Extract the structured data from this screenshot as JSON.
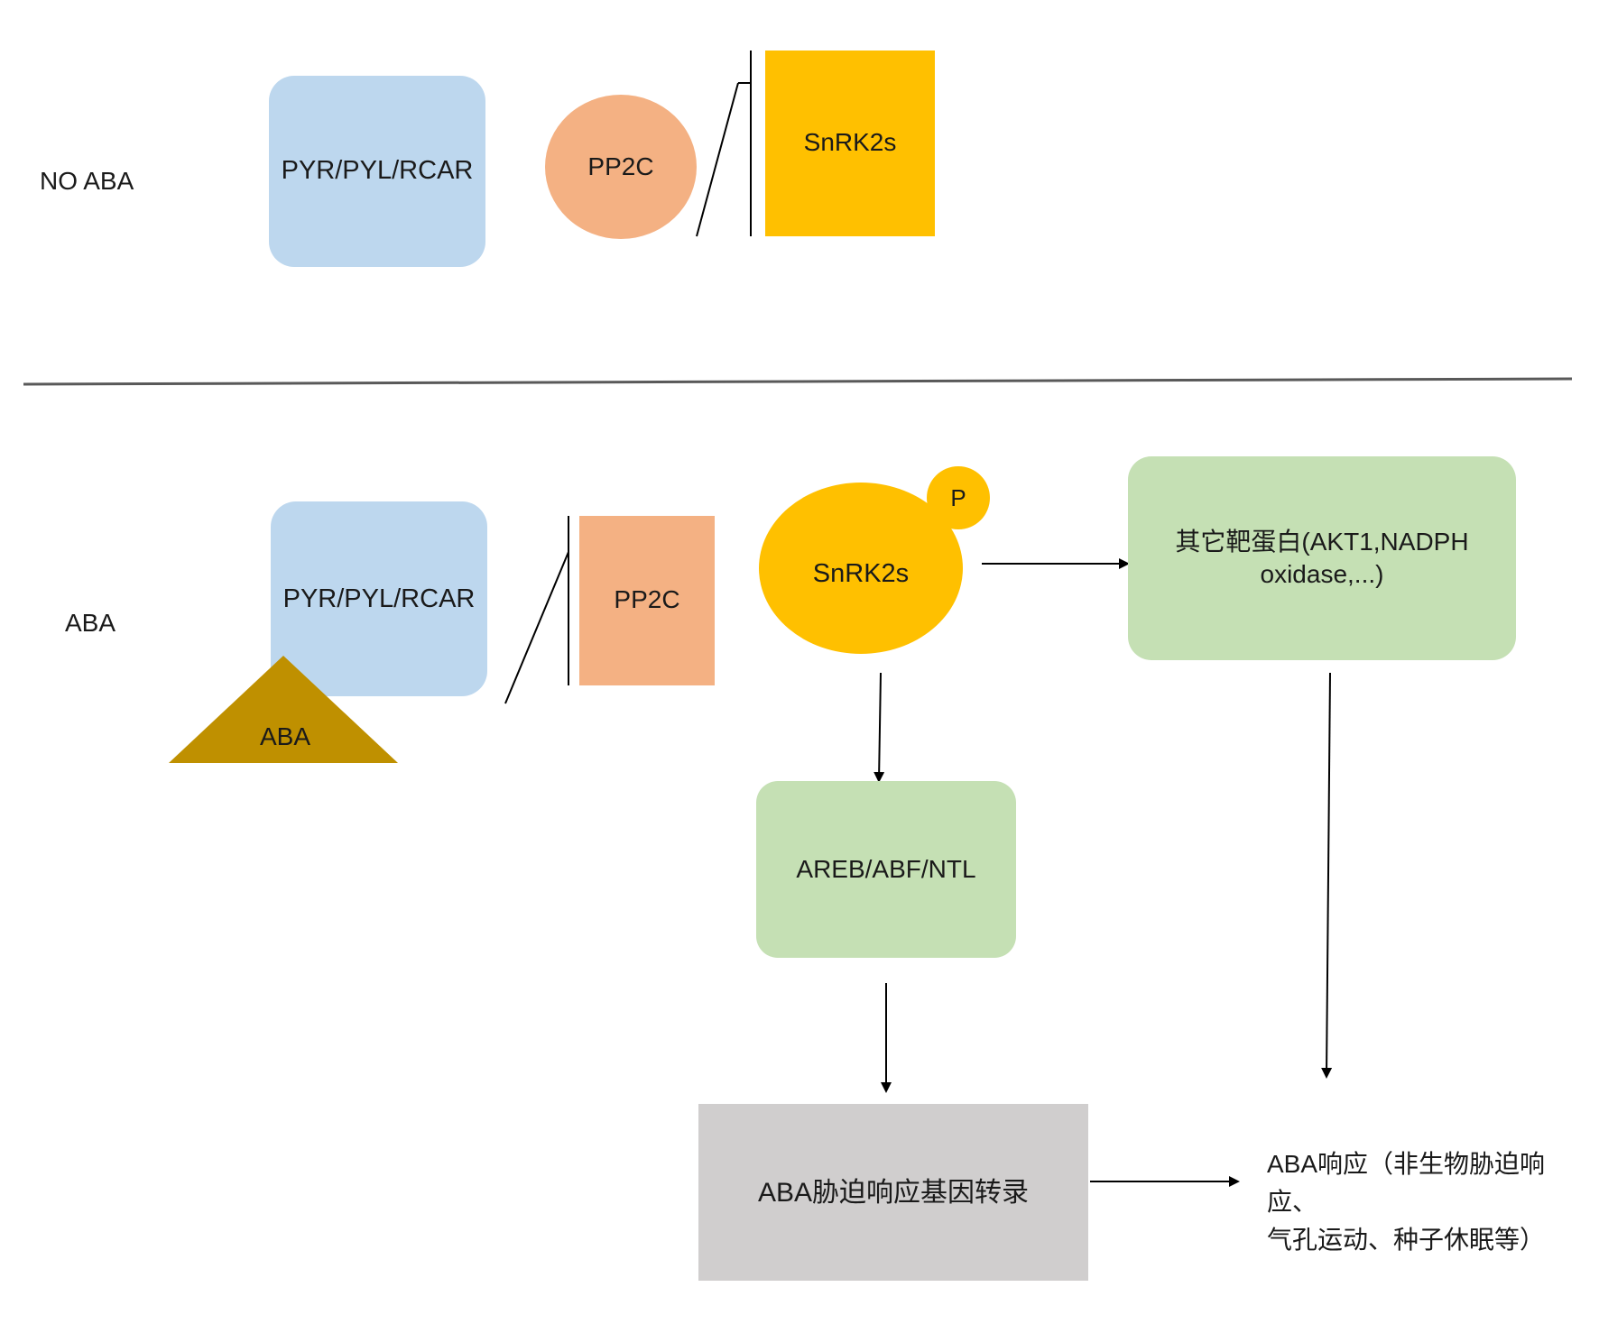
{
  "colors": {
    "receptor": "#bdd7ee",
    "pp2c": "#f4b183",
    "snrk2": "#ffc000",
    "aba_triangle": "#bf9000",
    "target": "#c5e0b4",
    "transcription": "#d0cece",
    "line": "#000000",
    "divider": "#595959"
  },
  "top": {
    "row_label": "NO ABA",
    "receptor": "PYR/PYL/RCAR",
    "pp2c": "PP2C",
    "snrk2": "SnRK2s"
  },
  "bottom": {
    "row_label": "ABA",
    "receptor": "PYR/PYL/RCAR",
    "ligand": "ABA",
    "pp2c": "PP2C",
    "snrk2": "SnRK2s",
    "phospho": "P",
    "targets_line1": "其它靶蛋白(AKT1,NADPH",
    "targets_line2": "oxidase,...)",
    "tf": "AREB/ABF/NTL",
    "transcription": "ABA胁迫响应基因转录",
    "response_line1": "ABA响应（非生物胁迫响应、",
    "response_line2": "气孔运动、种子休眠等）"
  }
}
